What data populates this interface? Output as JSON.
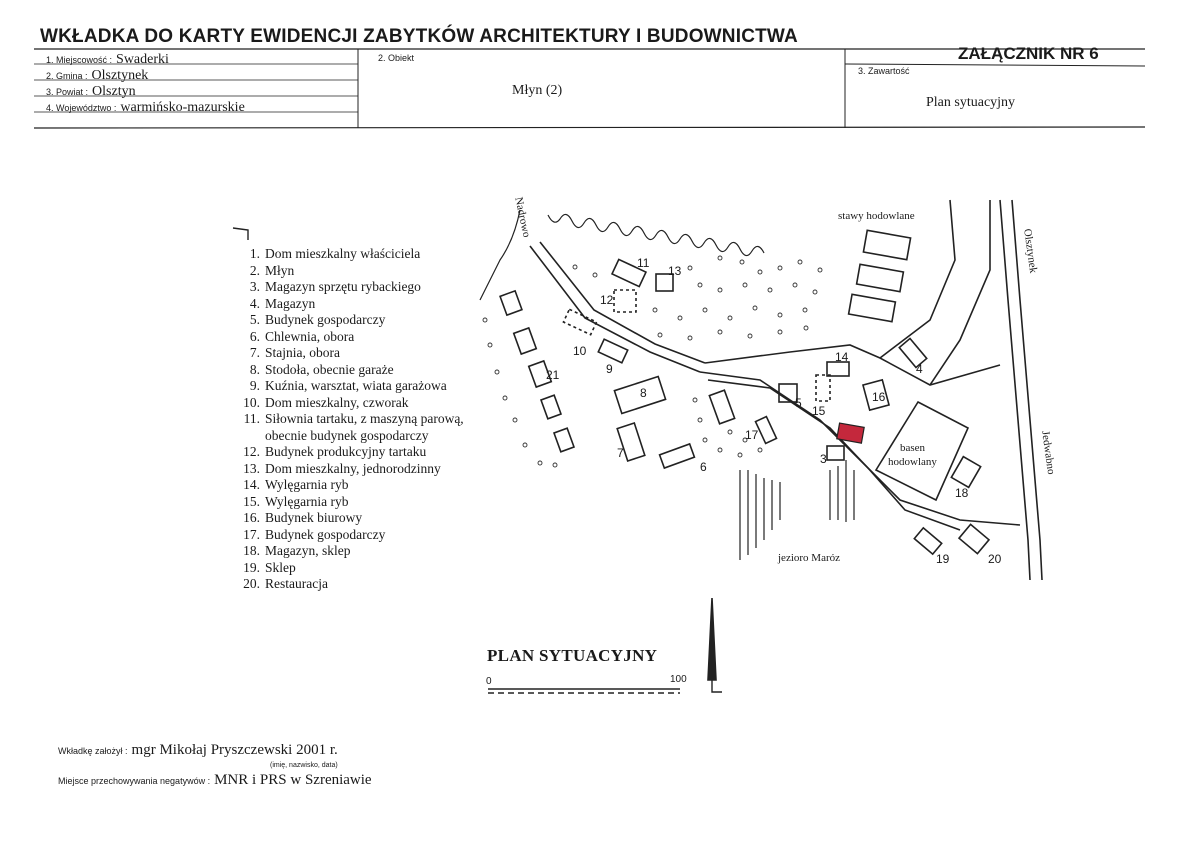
{
  "header": {
    "title": "WKŁADKA DO KARTY EWIDENCJI ZABYTKÓW ARCHITEKTURY I BUDOWNICTWA",
    "annex": "ZAŁĄCZNIK NR 6"
  },
  "location": {
    "miejscowosc_label": "1. Miejscowość :",
    "miejscowosc_value": "Swaderki",
    "gmina_label": "2. Gmina :",
    "gmina_value": "Olsztynek",
    "powiat_label": "3. Powiat :",
    "powiat_value": "Olsztyn",
    "wojewodztwo_label": "4. Województwo :",
    "wojewodztwo_value": "warmińsko-mazurskie"
  },
  "object": {
    "label": "2. Obiekt",
    "value": "Młyn (2)"
  },
  "content": {
    "label": "3. Zawartość",
    "value": "Plan sytuacyjny"
  },
  "legend": [
    "Dom mieszkalny właściciela",
    "Młyn",
    "Magazyn sprzętu rybackiego",
    "Magazyn",
    "Budynek gospodarczy",
    "Chlewnia, obora",
    "Stajnia, obora",
    "Stodoła, obecnie garaże",
    "Kuźnia, warsztat, wiata garażowa",
    "Dom mieszkalny, czworak",
    "Siłownia tartaku, z maszyną parową,",
    "Budynek produkcyjny tartaku",
    "Dom mieszkalny, jednorodzinny",
    "Wylęgarnia ryb",
    "Wylęgarnia ryb",
    "Budynek biurowy",
    "Budynek gospodarczy",
    "Magazyn, sklep",
    "Sklep",
    "Restauracja"
  ],
  "legend_sub_11": "obecnie budynek gospodarczy",
  "map": {
    "road_nadrowo": "Nadrowo",
    "road_olsztynek": "Olsztynek",
    "road_jedwabno": "Jedwabno",
    "ponds_label": "stawy hodowlane",
    "basin_label_1": "basen",
    "basin_label_2": "hodowlany",
    "lake_label": "jezioro Maróz",
    "plan_title": "PLAN SYTUACYJNY",
    "scale_start": "0",
    "scale_end": "100",
    "highlight_color": "#c4283c"
  },
  "footer": {
    "author_label": "Wkładkę założył :",
    "author_value": "mgr Mikołaj Pryszczewski  2001 r.",
    "author_hint": "(imię, nazwisko, data)",
    "storage_label": "Miejsce przechowywania negatywów :",
    "storage_value": "MNR i PRS w Szreniawie"
  }
}
